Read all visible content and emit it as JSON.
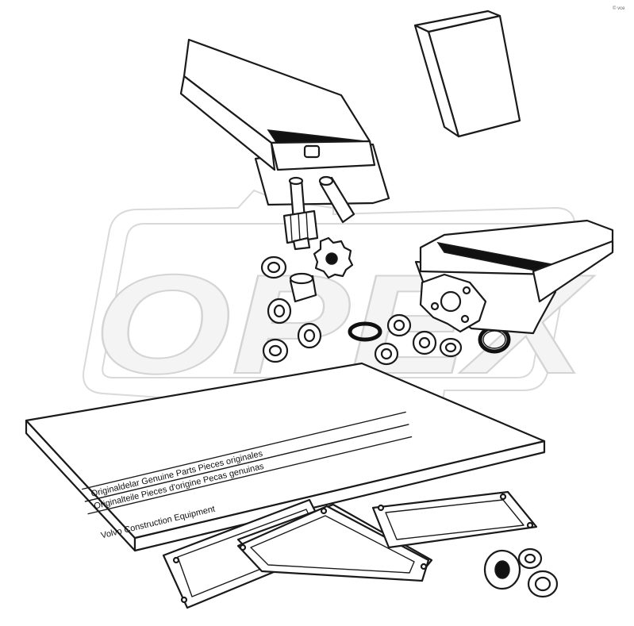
{
  "watermark": {
    "logo_text": "OPEX"
  },
  "corner_mark": "© vce",
  "document": {
    "line1": "Originaldelar Genuine Parts Pieces originales",
    "line2": "Originalteile Pieces d'origine Pecas genuinas",
    "line3": "Volvo Construction Equipment"
  },
  "colors": {
    "line": "#1a1a1a",
    "watermark": "#d9d9d9",
    "background": "#ffffff"
  }
}
